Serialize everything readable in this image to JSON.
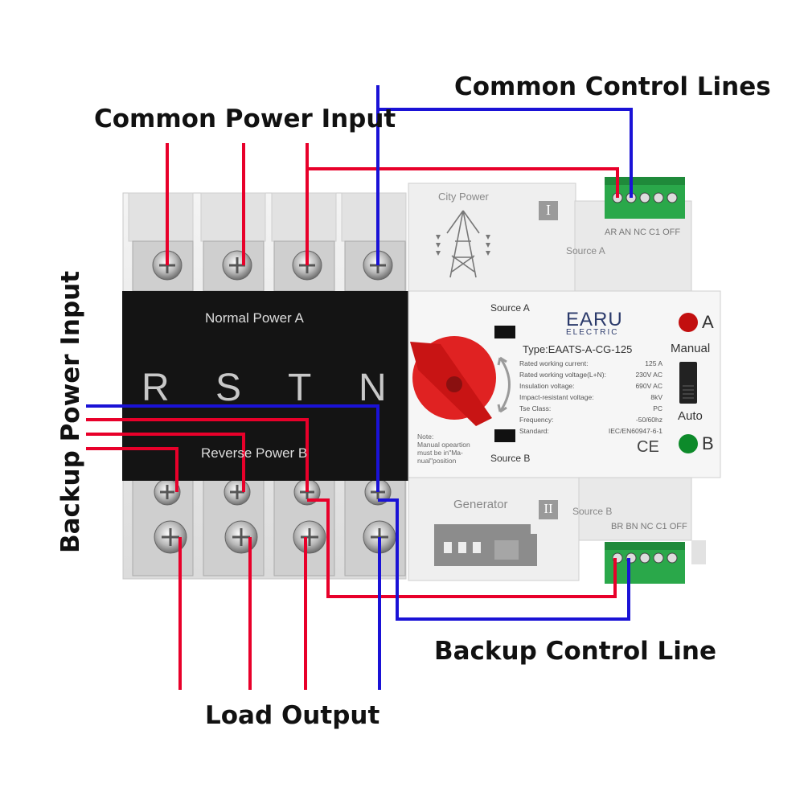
{
  "callouts": {
    "common_power_input": "Common Power Input",
    "common_control_lines": "Common Control Lines",
    "backup_power_input": "Backup Power Input",
    "backup_control_line": "Backup Control Line",
    "load_output": "Load Output"
  },
  "device": {
    "panel_top": "Normal Power A",
    "panel_bottom": "Reverse Power B",
    "phases": [
      "R",
      "S",
      "T",
      "N"
    ],
    "city_power": "City Power",
    "roman_one": "I",
    "roman_two": "II",
    "source_a": "Source A",
    "source_b": "Source B",
    "generator": "Generator",
    "top_terminal_labels": "AR AN NC C1 OFF",
    "bottom_terminal_labels": "BR BN NC C1 OFF",
    "brand": "EARU",
    "brand_sub": "ELECTRIC",
    "type": "Type:EAATS-A-CG-125",
    "specs": [
      {
        "k": "Rated working current:",
        "v": "125   A"
      },
      {
        "k": "Rated working voltage(L+N):",
        "v": "230V AC"
      },
      {
        "k": "Insulation voltage:",
        "v": "690V AC"
      },
      {
        "k": "Impact-resistant voltage:",
        "v": "8kV"
      },
      {
        "k": "Tse Class:",
        "v": "PC"
      },
      {
        "k": "Frequency:",
        "v": "-50/60hz"
      },
      {
        "k": "Standard:",
        "v": "IEC/EN60947-6-1"
      }
    ],
    "note_lines": [
      "Note:",
      "Manual opeartion",
      "must be in\"Ma-",
      "nual\"position"
    ],
    "led_a": "A",
    "led_b": "B",
    "manual": "Manual",
    "auto": "Auto",
    "ce": "CE"
  },
  "colors": {
    "power_wire": "#e8002a",
    "control_wire": "#1a12d6",
    "panel_black": "#141414",
    "terminal_green": "#2aa84a",
    "handle_red": "#d81e1e"
  }
}
